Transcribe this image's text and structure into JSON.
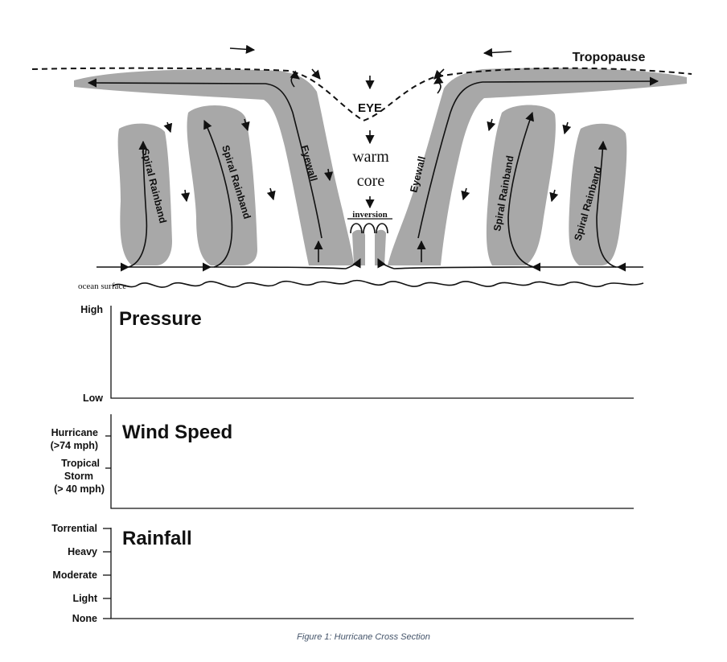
{
  "diagram": {
    "tropopause_label": "Tropopause",
    "eye_label": "EYE",
    "warm_label": "warm",
    "core_label": "core",
    "inversion_label": "inversion",
    "ocean_label": "ocean surface",
    "bands": {
      "left_outer": "Spiral Rainband",
      "left_inner": "Spiral Rainband",
      "left_eyewall": "Eyewall",
      "right_eyewall": "Eyewall",
      "right_inner": "Spiral Rainband",
      "right_outer": "Spiral Rainband"
    }
  },
  "panels": {
    "pressure": {
      "title": "Pressure",
      "y_labels": [
        "High",
        "Low"
      ]
    },
    "wind": {
      "title": "Wind Speed",
      "y_labels": [
        "Hurricane",
        "(>74 mph)",
        "Tropical",
        "Storm",
        "(> 40 mph)"
      ]
    },
    "rainfall": {
      "title": "Rainfall",
      "y_labels": [
        "Torrential",
        "Heavy",
        "Moderate",
        "Light",
        "None"
      ]
    }
  },
  "caption": "Figure 1: Hurricane Cross Section"
}
